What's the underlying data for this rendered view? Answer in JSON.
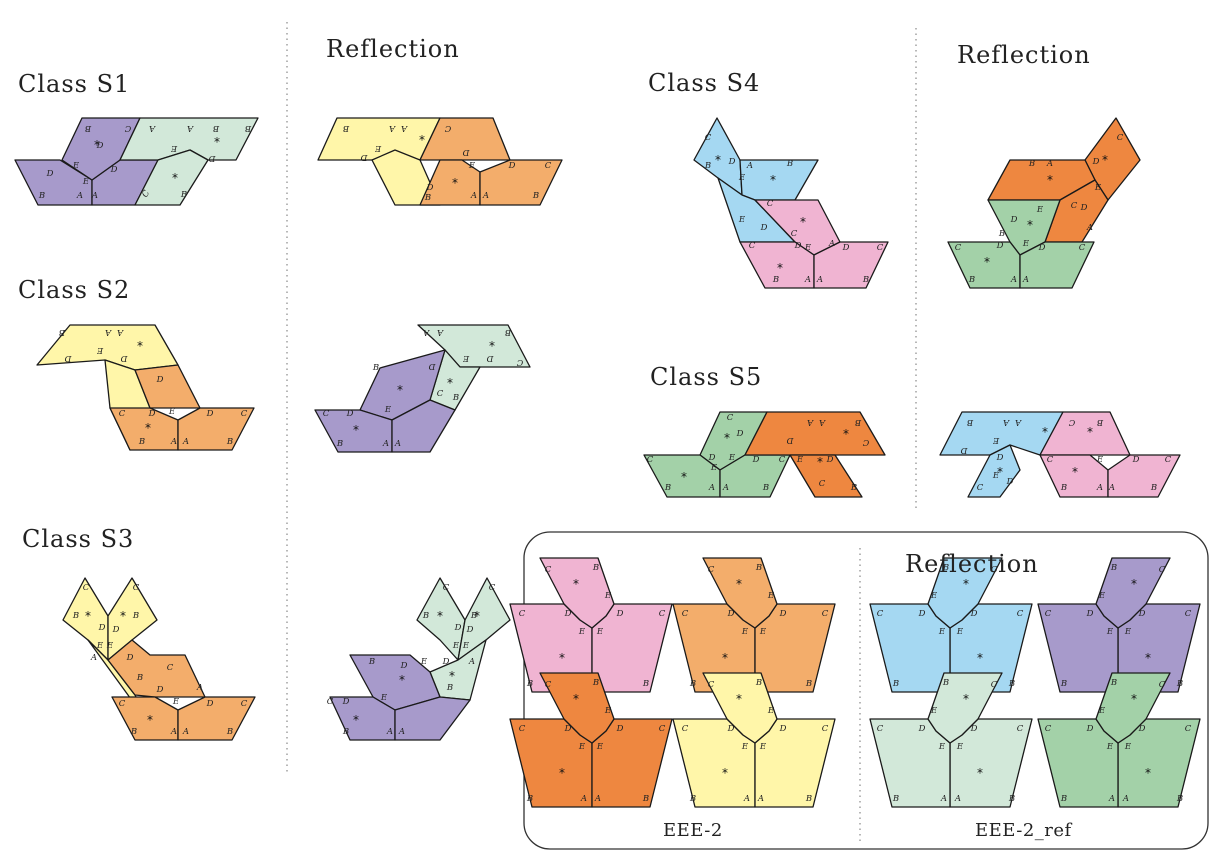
{
  "labels": {
    "class_s1": "Class S1",
    "class_s2": "Class S2",
    "class_s3": "Class S3",
    "class_s4": "Class S4",
    "class_s5": "Class S5",
    "reflection_1": "Reflection",
    "reflection_2": "Reflection",
    "reflection_3": "Reflection",
    "eee2": "EEE-2",
    "eee2_ref": "EEE-2_ref"
  },
  "vertex_labels": [
    "A",
    "B",
    "C",
    "D",
    "E"
  ],
  "star_glyph": "*",
  "colors": {
    "lavender": "#a79acb",
    "mint": "#d2e8d9",
    "yellow": "#fff6a9",
    "light_orange": "#f3ad6b",
    "dark_orange": "#ee8740",
    "sky_blue": "#a5d8f2",
    "pink": "#f0b4d2",
    "green": "#a3d1a8",
    "outline": "#1a1a1a"
  },
  "figures": [
    {
      "id": "s1",
      "tiles": [
        "lavender",
        "mint"
      ]
    },
    {
      "id": "s1-ref",
      "tiles": [
        "yellow",
        "light_orange"
      ]
    },
    {
      "id": "s2",
      "tiles": [
        "yellow",
        "light_orange"
      ]
    },
    {
      "id": "s2-ref",
      "tiles": [
        "mint",
        "lavender"
      ]
    },
    {
      "id": "s3",
      "tiles": [
        "yellow",
        "light_orange"
      ]
    },
    {
      "id": "s3-ref",
      "tiles": [
        "mint",
        "lavender"
      ]
    },
    {
      "id": "s4",
      "tiles": [
        "sky_blue",
        "pink"
      ]
    },
    {
      "id": "s4-ref",
      "tiles": [
        "dark_orange",
        "green"
      ]
    },
    {
      "id": "s5",
      "tiles": [
        "green",
        "dark_orange"
      ]
    },
    {
      "id": "s5-ref",
      "tiles": [
        "sky_blue",
        "pink"
      ]
    },
    {
      "id": "eee2-a",
      "tiles": [
        "pink"
      ]
    },
    {
      "id": "eee2-b",
      "tiles": [
        "light_orange"
      ]
    },
    {
      "id": "eee2-c",
      "tiles": [
        "dark_orange"
      ]
    },
    {
      "id": "eee2-d",
      "tiles": [
        "yellow"
      ]
    },
    {
      "id": "eee2-ref-a",
      "tiles": [
        "sky_blue"
      ]
    },
    {
      "id": "eee2-ref-b",
      "tiles": [
        "lavender"
      ]
    },
    {
      "id": "eee2-ref-c",
      "tiles": [
        "mint"
      ]
    },
    {
      "id": "eee2-ref-d",
      "tiles": [
        "green"
      ]
    }
  ]
}
